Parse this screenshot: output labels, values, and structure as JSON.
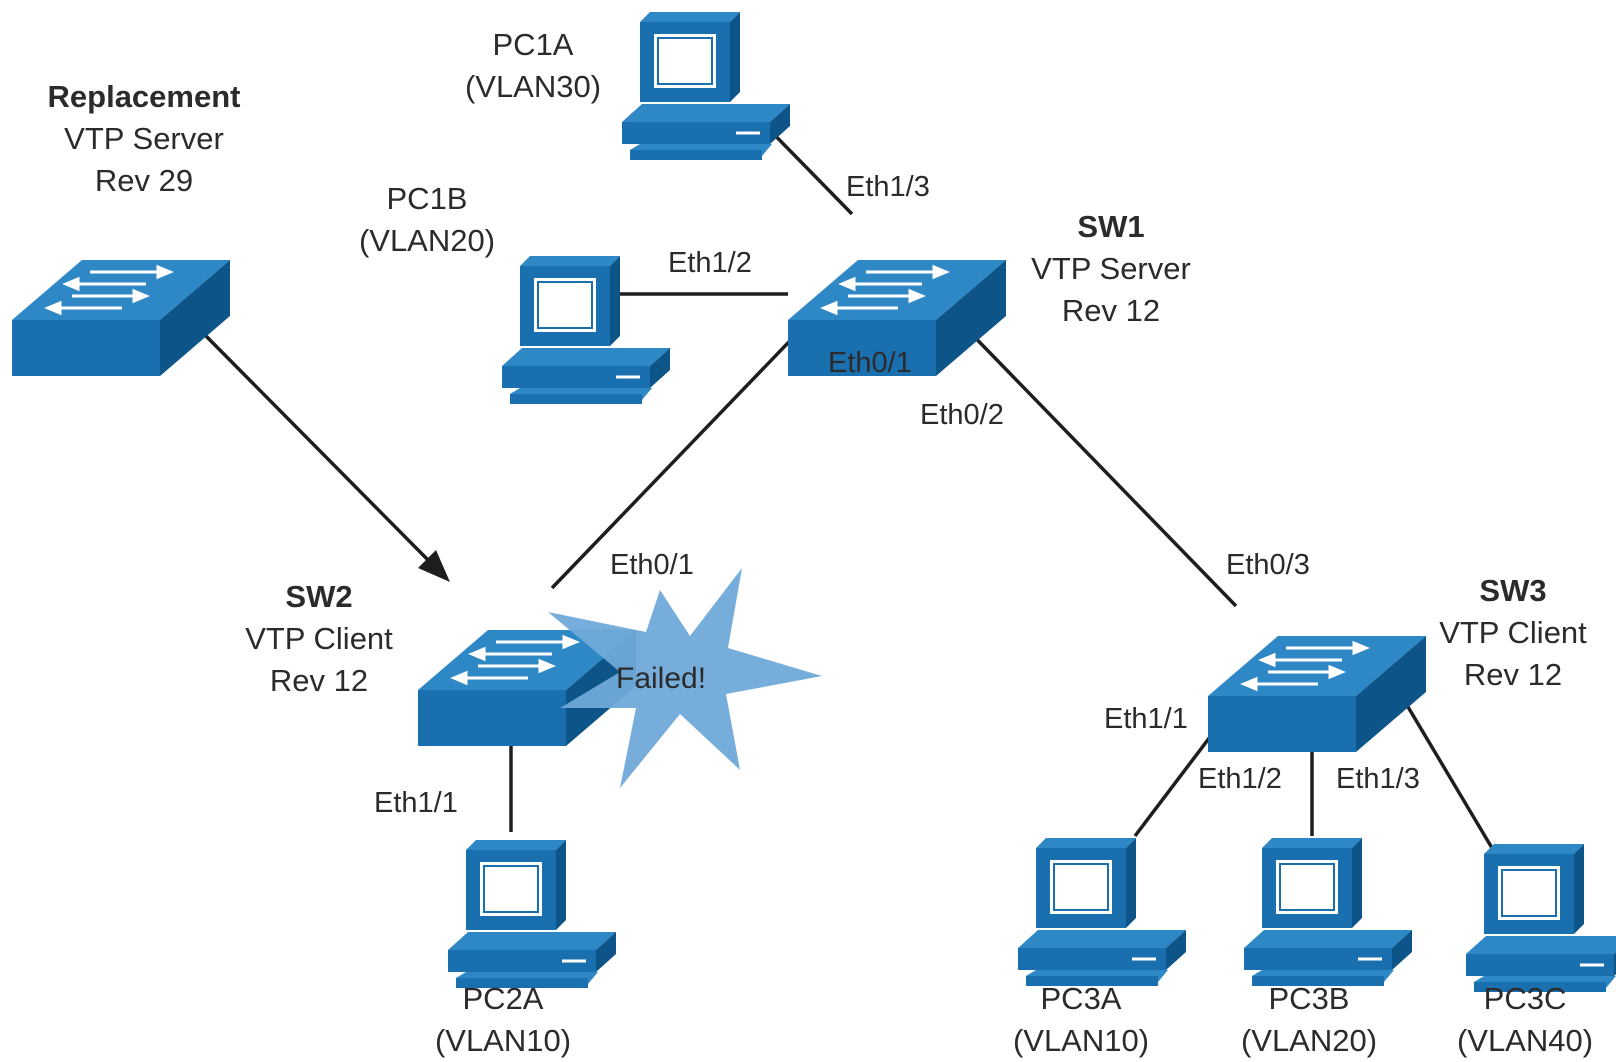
{
  "devices": {
    "replacement": {
      "name": "Replacement",
      "mode": "VTP Server",
      "rev": "Rev 29"
    },
    "sw1": {
      "name": "SW1",
      "mode": "VTP Server",
      "rev": "Rev 12"
    },
    "sw2": {
      "name": "SW2",
      "mode": "VTP Client",
      "rev": "Rev 12"
    },
    "sw3": {
      "name": "SW3",
      "mode": "VTP Client",
      "rev": "Rev 12"
    }
  },
  "pcs": {
    "pc1a": {
      "name": "PC1A",
      "vlan": "(VLAN30)"
    },
    "pc1b": {
      "name": "PC1B",
      "vlan": "(VLAN20)"
    },
    "pc2a": {
      "name": "PC2A",
      "vlan": "(VLAN10)"
    },
    "pc3a": {
      "name": "PC3A",
      "vlan": "(VLAN10)"
    },
    "pc3b": {
      "name": "PC3B",
      "vlan": "(VLAN20)"
    },
    "pc3c": {
      "name": "PC3C",
      "vlan": "(VLAN40)"
    }
  },
  "ports": {
    "sw1_pc1a": "Eth1/3",
    "sw1_pc1b": "Eth1/2",
    "sw1_sw2": "Eth0/1",
    "sw1_sw3": "Eth0/2",
    "sw2_sw1": "Eth0/1",
    "sw2_pc2a": "Eth1/1",
    "sw3_sw1": "Eth0/3",
    "sw3_pc3a": "Eth1/1",
    "sw3_pc3b": "Eth1/2",
    "sw3_pc3c": "Eth1/3"
  },
  "failure_label": "Failed!",
  "colors": {
    "device_front": "#1a6fae",
    "device_top": "#2f88c6",
    "device_side": "#0d5589",
    "burst": "#6fa9d8",
    "line": "#1e1e1e"
  }
}
